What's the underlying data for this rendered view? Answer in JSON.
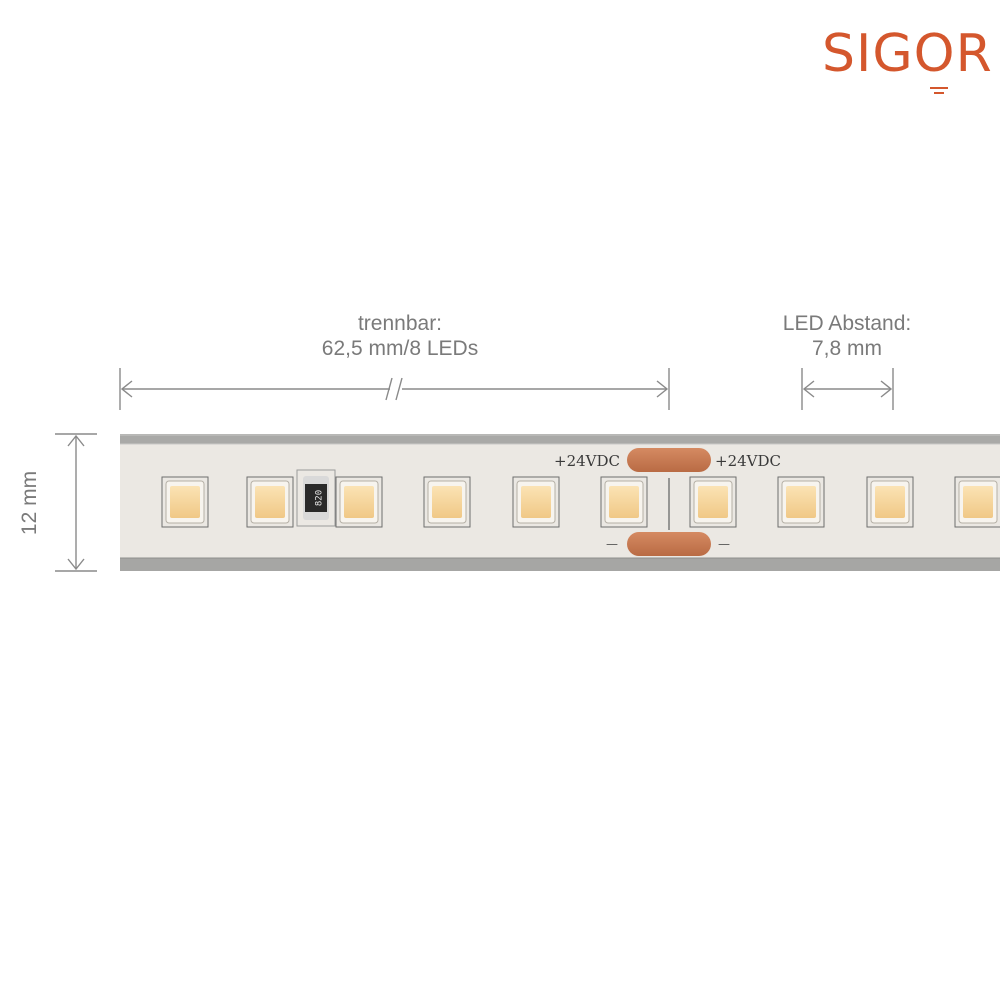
{
  "brand": {
    "name": "SIGOR",
    "color": "#d4572d"
  },
  "dimensions": {
    "cut_label_line1": "trennbar:",
    "cut_label_line2": "62,5 mm/8 LEDs",
    "pitch_label_line1": "LED Abstand:",
    "pitch_label_line2": "7,8 mm",
    "height_label": "12 mm"
  },
  "strip": {
    "voltage_label_left": "+24VDC",
    "voltage_label_right": "+24VDC",
    "minus_left": "—",
    "minus_right": "—",
    "resistor_code": "820",
    "led_count_visible": 10,
    "pad_color": "#c97a52",
    "led_color": "#f6d59c"
  }
}
